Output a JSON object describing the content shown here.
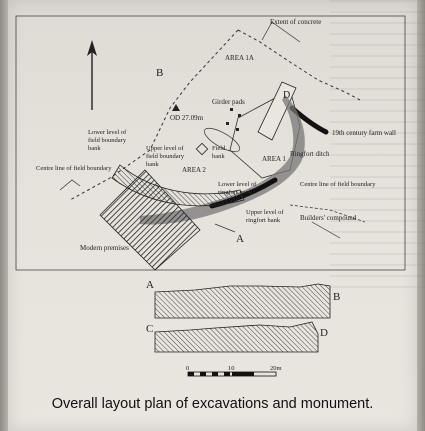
{
  "figure": {
    "labels": {
      "extent_concrete": "Extent of concrete",
      "area_1a": "AREA 1A",
      "b_top": "B",
      "girder_pads": "Girder pads",
      "d_top": "D",
      "od_level": "OD 27.09m",
      "farm_wall": "19th century farm wall",
      "lower_level_left_1": "Lower level of",
      "lower_level_left_2": "field boundary",
      "lower_level_left_3": "bank",
      "upper_level_1": "Upper level of",
      "upper_level_2": "field boundary",
      "upper_level_3": "bank",
      "field_bank_1": "Field",
      "field_bank_2": "bank",
      "ringfort_ditch": "Ringfort ditch",
      "centre_line_left": "Centre line of field boundary",
      "area_2": "AREA 2",
      "area_1": "AREA 1",
      "centre_line_right": "Centre line of field boundary",
      "lower_ringfort_1": "Lower level of",
      "lower_ringfort_2": "ringfort bank",
      "upper_ringfort_1": "Upper level of",
      "upper_ringfort_2": "ringfort bank",
      "builders_compound": "Builders' compound",
      "a_bottom": "A",
      "modern_premises": "Modern premises"
    },
    "sections": {
      "a": "A",
      "b": "B",
      "c": "C",
      "d": "D"
    },
    "scale": {
      "zero": "0",
      "ten": "10",
      "twenty": "20m"
    },
    "north_arrow": "north-arrow"
  },
  "caption": "Overall layout plan of excavations and monument."
}
